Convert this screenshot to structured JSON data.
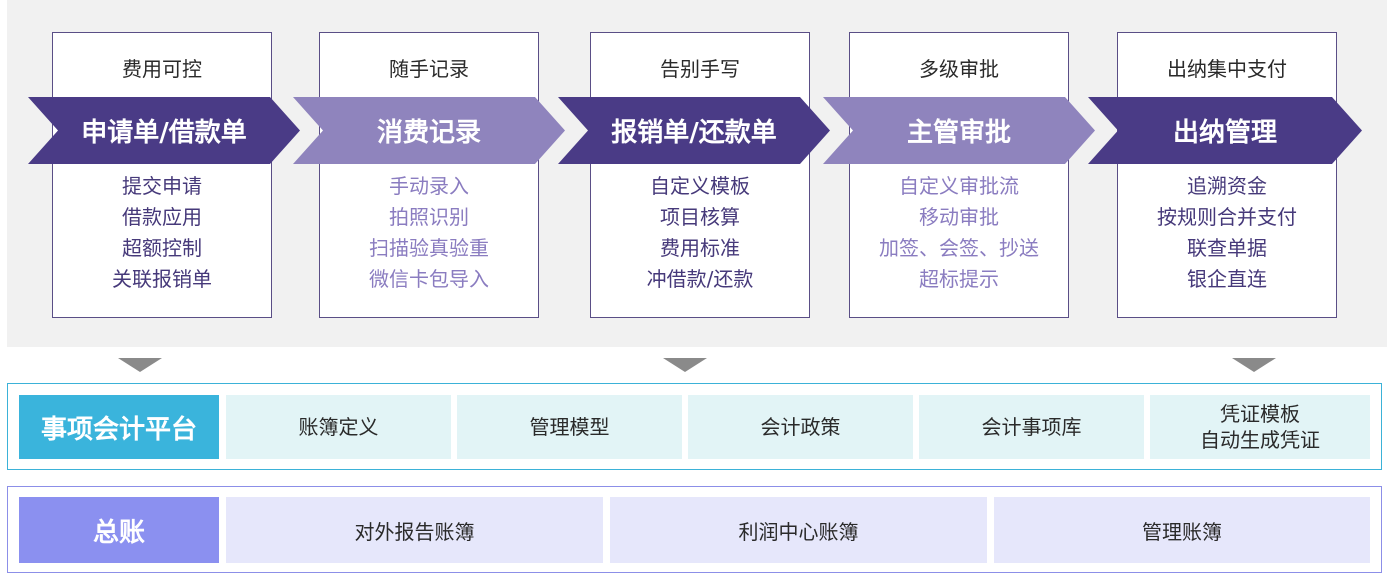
{
  "stages": [
    {
      "top_label": "费用可控",
      "title": "申请单/借款单",
      "items": [
        "提交申请",
        "借款应用",
        "超额控制",
        "关联报销单"
      ],
      "color": "#4a3b86",
      "text_color": "#46397a"
    },
    {
      "top_label": "随手记录",
      "title": "消费记录",
      "items": [
        "手动录入",
        "拍照识别",
        "扫描验真验重",
        "微信卡包导入"
      ],
      "color": "#8f84bd",
      "text_color": "#8a7cc0"
    },
    {
      "top_label": "告别手写",
      "title": "报销单/还款单",
      "items": [
        "自定义模板",
        "项目核算",
        "费用标准",
        "冲借款/还款"
      ],
      "color": "#4a3b86",
      "text_color": "#46397a"
    },
    {
      "top_label": "多级审批",
      "title": "主管审批",
      "items": [
        "自定义审批流",
        "移动审批",
        "加签、会签、抄送",
        "超标提示"
      ],
      "color": "#8f84bd",
      "text_color": "#8a7cc0"
    },
    {
      "top_label": "出纳集中支付",
      "title": "出纳管理",
      "items": [
        "追溯资金",
        "按规则合并支付",
        "联查单据",
        "银企直连"
      ],
      "color": "#4a3b86",
      "text_color": "#46397a"
    }
  ],
  "platform": {
    "title": "事项会计平台",
    "cells": [
      [
        "账簿定义"
      ],
      [
        "管理模型"
      ],
      [
        "会计政策"
      ],
      [
        "会计事项库"
      ],
      [
        "凭证模板",
        "自动生成凭证"
      ]
    ],
    "color": "#3ab4dc"
  },
  "ledger": {
    "title": "总账",
    "cells": [
      "对外报告账簿",
      "利润中心账簿",
      "管理账簿"
    ],
    "color": "#8b90f0"
  }
}
